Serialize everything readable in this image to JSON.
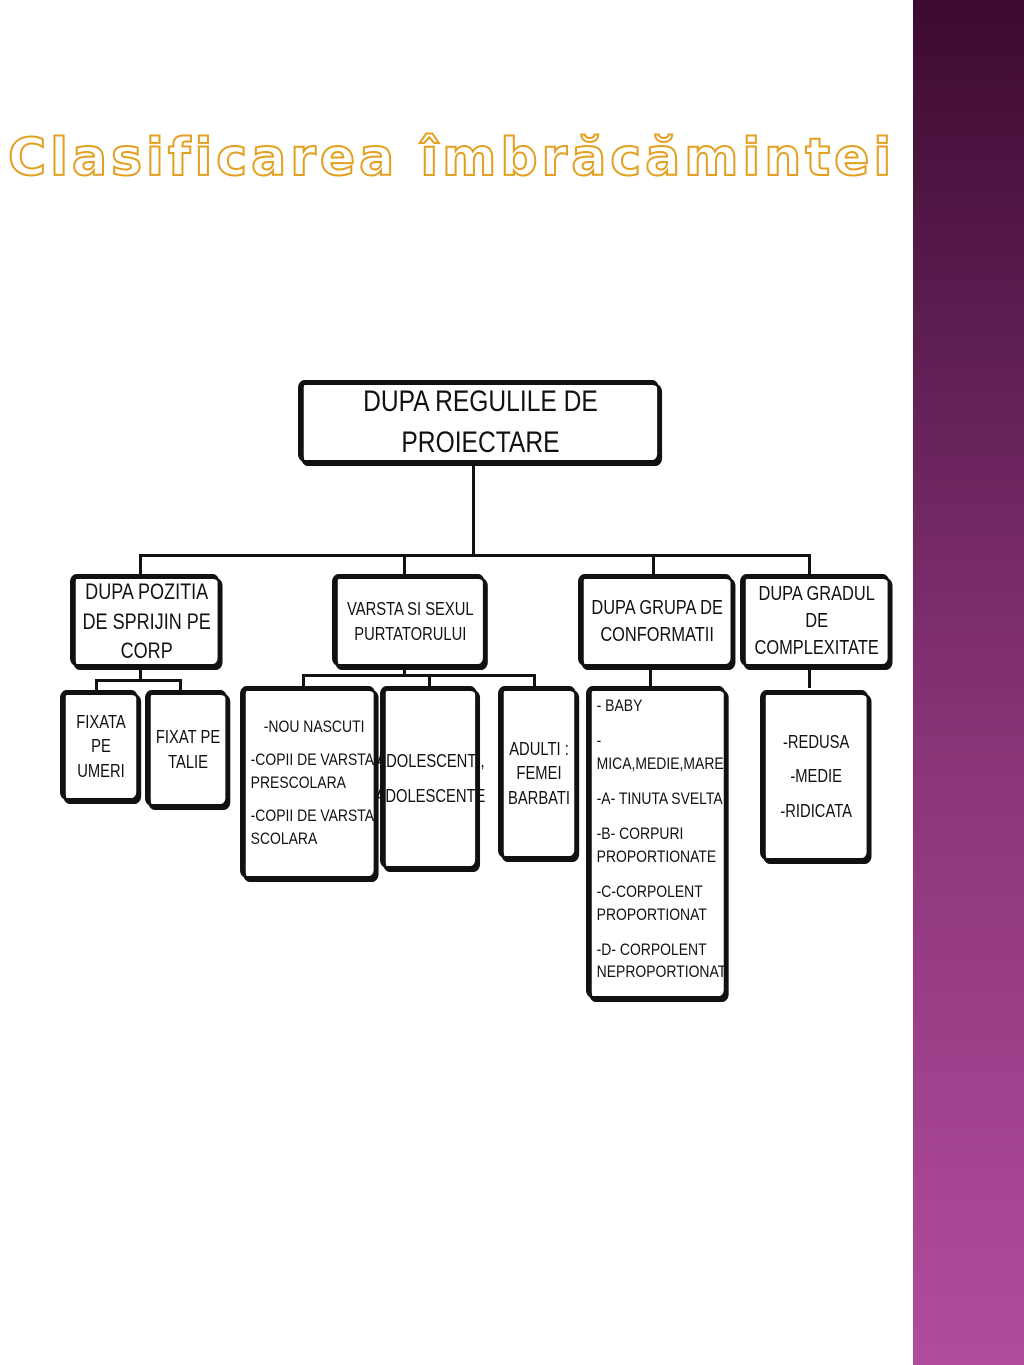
{
  "title": "Clasificarea îmbrăcămintei",
  "colors": {
    "title_fill": "#ffffff",
    "title_outline": "#e3a020",
    "sidebar_top": "#3c0a30",
    "sidebar_bottom": "#b14c9d"
  },
  "diagram": {
    "root": "DUPA REGULILE DE PROIECTARE",
    "categories": [
      "DUPA POZITIA DE SPRIJIN PE CORP",
      "VARSTA SI SEXUL PURTATORULUI",
      "DUPA GRUPA DE CONFORMATII",
      "DUPA GRADUL DE COMPLEXITATE"
    ],
    "pozitie": {
      "umeri": "FIXATA PE UMERI",
      "talie": "FIXAT PE TALIE"
    },
    "varsta": {
      "copii": [
        "-NOU NASCUTI",
        "-COPII DE VARSTA PRESCOLARA",
        "-COPII DE  VARSTA SCOLARA"
      ],
      "adolescenti": [
        "ADOLESCENTI,",
        "ADOLESCENTE"
      ],
      "adulti": [
        "ADULTI :",
        "FEMEI",
        "BARBATI"
      ]
    },
    "conformatii": [
      "- BABY",
      "- MICA,MEDIE,MARE",
      "-A- TINUTA SVELTA",
      "-B- CORPURI PROPORTIONATE",
      "-C-CORPOLENT PROPORTIONAT",
      "-D- CORPOLENT NEPROPORTIONAT"
    ],
    "complexitate": [
      "-REDUSA",
      "-MEDIE",
      "-RIDICATA"
    ]
  }
}
